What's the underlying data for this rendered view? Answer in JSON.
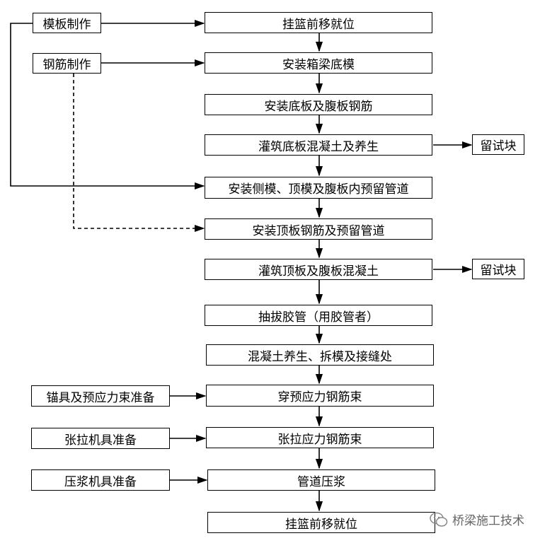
{
  "colors": {
    "stroke": "#000000",
    "background": "#ffffff",
    "watermark": "#666666"
  },
  "main_steps": [
    "挂篮前移就位",
    "安装箱梁底模",
    "安装底板及腹板钢筋",
    "灌筑底板混凝土及养生",
    "安装侧模、顶模及腹板内预留管道",
    "安装顶板钢筋及预留管道",
    "灌筑顶板及腹板混凝土",
    "抽拔胶管（用胶管者）",
    "混凝土养生、拆模及接缝处",
    "穿预应力钢筋束",
    "张拉应力钢筋束",
    "管道压浆",
    "挂篮前移就位"
  ],
  "side_inputs": {
    "formwork": "模板制作",
    "rebar": "钢筋制作",
    "anchor": "锚具及预应力束准备",
    "tension_tools": "张拉机具准备",
    "grout_tools": "压浆机具准备"
  },
  "test_block_1": "留试块",
  "test_block_2": "留试块",
  "watermark": {
    "icon": "wechat-icon",
    "text": "桥梁施工技术"
  }
}
